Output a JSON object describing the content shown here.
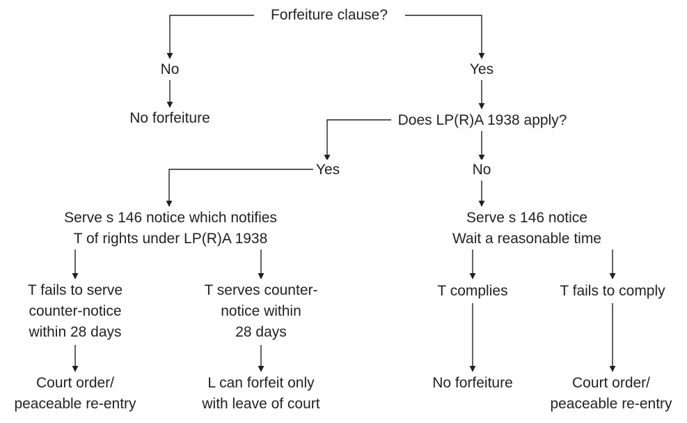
{
  "flowchart": {
    "root": "Forfeiture clause?",
    "no_branch": {
      "label": "No",
      "outcome": "No forfeiture"
    },
    "yes_branch": {
      "label": "Yes",
      "question": "Does LP(R)A 1938 apply?",
      "applies": {
        "label": "Yes",
        "action": [
          "Serve s 146 notice which notifies",
          "T of rights under LP(R)A 1938"
        ],
        "fails": {
          "condition": [
            "T fails to serve",
            "counter-notice",
            "within 28 days"
          ],
          "outcome": [
            "Court order/",
            "peaceable re-entry"
          ]
        },
        "serves": {
          "condition": [
            "T serves counter-",
            "notice within",
            "28 days"
          ],
          "outcome": [
            "L can forfeit only",
            "with leave of court"
          ]
        }
      },
      "not_applies": {
        "label": "No",
        "action": [
          "Serve s 146 notice",
          "Wait a reasonable time"
        ],
        "complies": {
          "condition": "T complies",
          "outcome": "No forfeiture"
        },
        "fails": {
          "condition": "T fails to comply",
          "outcome": [
            "Court order/",
            "peaceable re-entry"
          ]
        }
      }
    }
  }
}
